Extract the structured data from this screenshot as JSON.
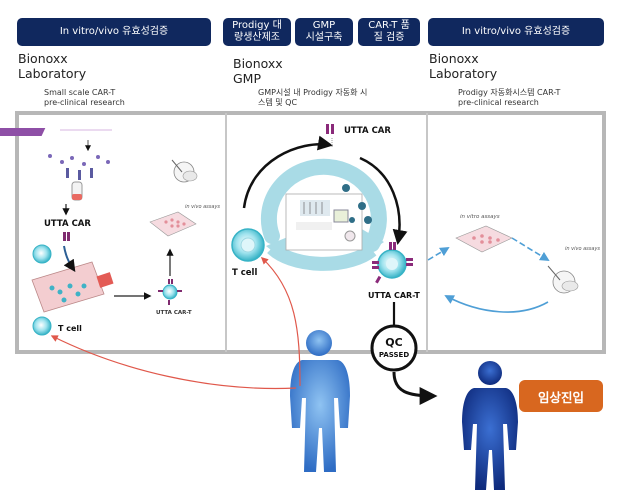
{
  "headers": {
    "left": "In vitro/vivo 유효성검증",
    "mid1_l1": "Prodigy 대",
    "mid1_l2": "량생산제조",
    "mid2_l1": "GMP",
    "mid2_l2": "시설구축",
    "mid3_l1": "CAR-T 품",
    "mid3_l2": "질 검증",
    "right": "In vitro/vivo 유효성검증"
  },
  "panels": {
    "left": {
      "title_l1": "Bionoxx",
      "title_l2": "Laboratory",
      "sub_l1": "Small scale CAR-T",
      "sub_l2": "pre-clinical research"
    },
    "middle": {
      "title_l1": "Bionoxx",
      "title_l2": "GMP",
      "sub_l1": "GMP시설 내 Prodigy 자동화 시",
      "sub_l2": "스템 및 QC"
    },
    "right": {
      "title_l1": "Bionoxx",
      "title_l2": "Laboratory",
      "sub_l1": "Prodigy 자동화시스템 CAR-T",
      "sub_l2": "pre-clinical research"
    }
  },
  "diagram_labels": {
    "left_utta_car": "UTTA CAR",
    "left_t_cell": "T cell",
    "left_utta_car_t": "UTTA CAR-T",
    "left_in_vivo": "in vivo assays",
    "mid_utta_car": "UTTA CAR",
    "mid_t_cell": "T cell",
    "mid_utta_car_t": "UTTA CAR-T",
    "qc_l1": "QC",
    "qc_l2": "PASSED",
    "right_in_vitro": "in vitro assays",
    "right_in_vivo": "in vivo assays"
  },
  "clinical_button": "임상진입",
  "colors": {
    "header_navy": "#10285e",
    "panel_border": "#b7b7b7",
    "red_arrow": "#e0584b",
    "cell_cyan": "#52c3d4",
    "cycle_light": "#a9dbe6",
    "human_blue": "#3f7fd0",
    "human_dark": "#1c3f9c",
    "button_orange": "#d8671f"
  }
}
